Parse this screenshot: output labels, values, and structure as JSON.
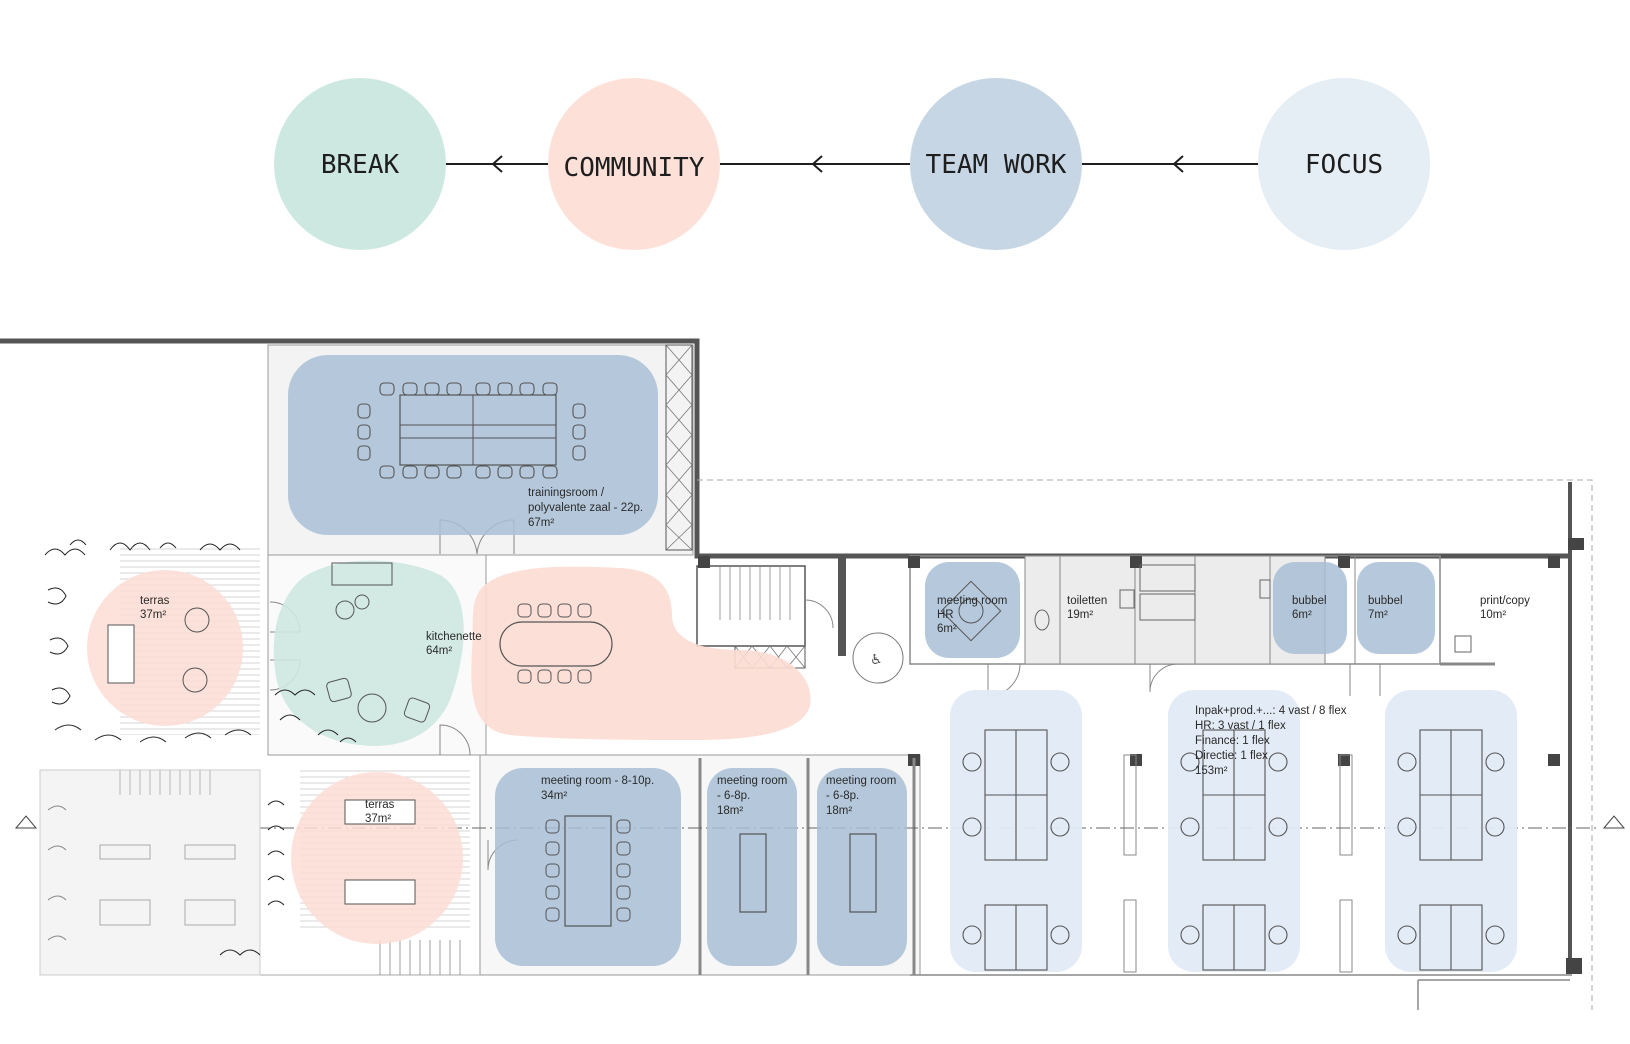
{
  "flow": {
    "nodes": [
      {
        "id": "break",
        "label": "BREAK",
        "color": "#cde8e0"
      },
      {
        "id": "community",
        "label": "COMMUNITY",
        "color": "#fde1d8"
      },
      {
        "id": "teamwork",
        "label": "TEAM WORK",
        "color": "#c6d6e4"
      },
      {
        "id": "focus",
        "label": "FOCUS",
        "color": "#e5edf5"
      }
    ],
    "edges": [
      {
        "from": "focus",
        "to": "teamwork"
      },
      {
        "from": "teamwork",
        "to": "community"
      },
      {
        "from": "community",
        "to": "break"
      }
    ]
  },
  "zone_colors": {
    "break": "#cde8e0",
    "community": "#fcddd3",
    "teamwork": "#a9c0d6",
    "focus": "#e2ebf6"
  },
  "rooms": {
    "training": [
      "trainingsroom /",
      "polyvalente zaal - 22p.",
      "67m²"
    ],
    "terras_top": [
      "terras",
      "37m²"
    ],
    "kitchenette": [
      "kitchenette",
      "64m²"
    ],
    "meeting_hr": [
      "meeting room",
      "HR",
      "6m²"
    ],
    "toiletten": [
      "toiletten",
      "19m²"
    ],
    "bubbel_1": [
      "bubbel",
      "6m²"
    ],
    "bubbel_2": [
      "bubbel",
      "7m²"
    ],
    "print": [
      "print/copy",
      "10m²"
    ],
    "openspace": [
      "Inpak+prod.+...: 4 vast / 8 flex",
      "HR: 3 vast / 1 flex",
      "Finance: 1 flex",
      "Directie: 1 flex",
      "153m²"
    ],
    "terras_bottom": [
      "terras",
      "37m²"
    ],
    "meeting_large": [
      "meeting room - 8-10p.",
      "34m²"
    ],
    "meeting_a": [
      "meeting room",
      "- 6-8p.",
      "18m²"
    ],
    "meeting_b": [
      "meeting room",
      "- 6-8p.",
      "18m²"
    ]
  }
}
